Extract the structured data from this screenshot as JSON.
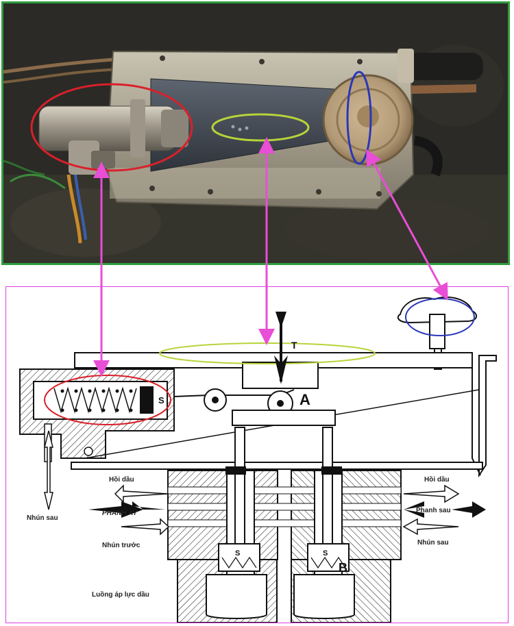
{
  "diagram": {
    "label_T": "T",
    "label_A": "A",
    "label_B": "B",
    "label_S_left": "S",
    "label_S_valve1": "S",
    "label_S_valve2": "S",
    "left": {
      "hoi_dau": "Hồi dầu",
      "phanh_truoc": "PHANH AY",
      "nhun_truoc": "Nhún trước",
      "nhun_sau": "Nhún sau",
      "luong_ap_luc": "Luồng áp lực dầu"
    },
    "right": {
      "hoi_dau": "Hồi dầu",
      "phanh_sau": "Phanh sau",
      "nhun_sau": "Nhún sau"
    }
  },
  "colors": {
    "photo_border": "#2e9e3e",
    "diagram_border": "#e040e0",
    "arrow": "#e84ed6",
    "red_ellipse": "#d9202a",
    "green_ellipse": "#b6d43a",
    "blue_ellipse": "#2a37b8"
  }
}
